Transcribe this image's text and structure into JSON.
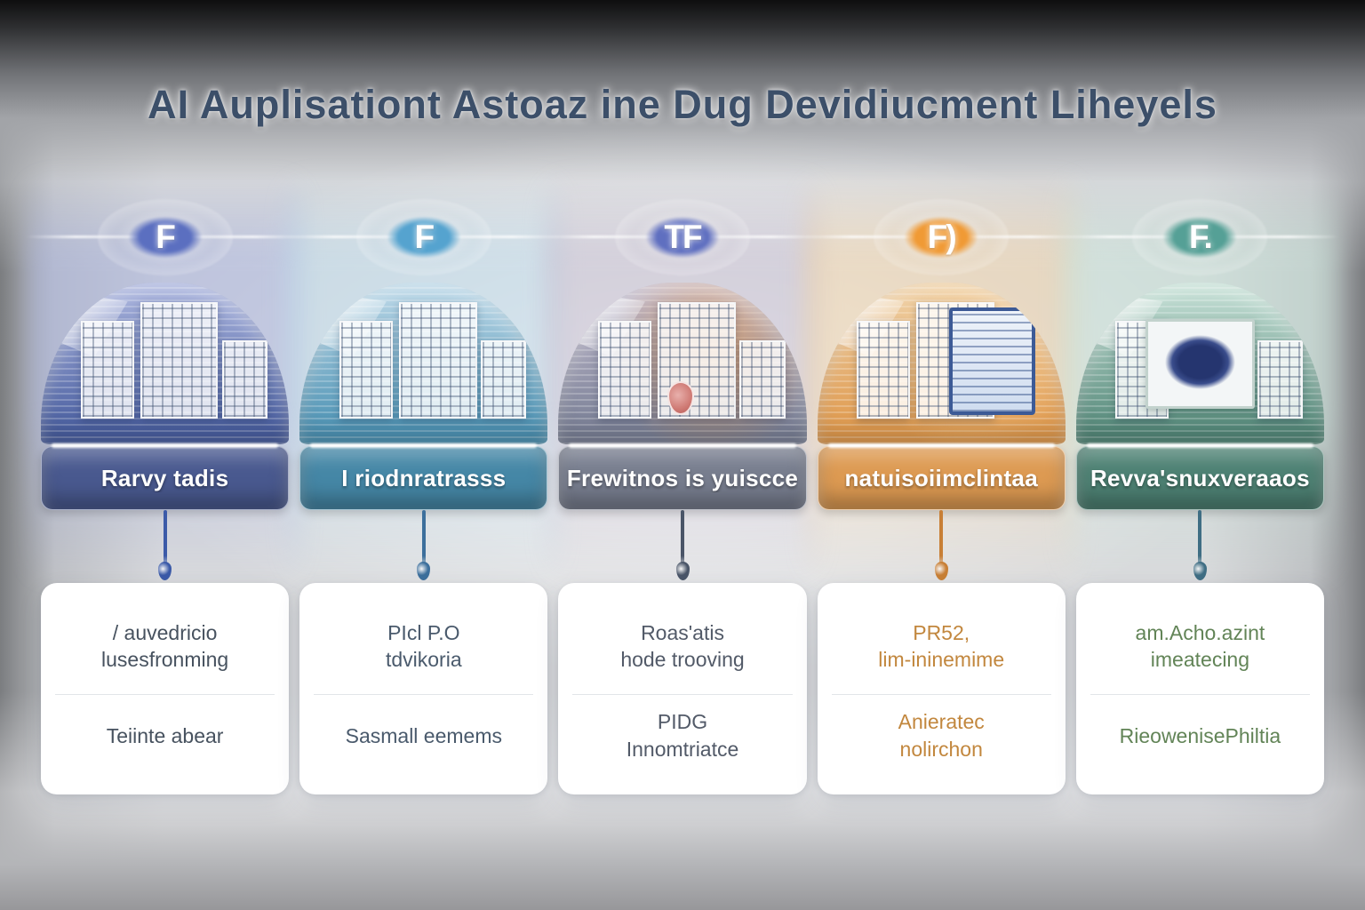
{
  "title": "AI Auplisationt Astoaz ine Dug Devidiucment Liheyels",
  "columns": [
    {
      "icon_letter": "F",
      "label": "Rarvy tadis",
      "card_primary": "/ auvedricio\nlusesfronming",
      "card_secondary": "Teiinte abear",
      "colors": {
        "accent": "#4a5fa0",
        "banner": "#49598f",
        "tint": "#aab4de",
        "text": "#47525f",
        "drip": "#3b5aa8",
        "blob": "#5b6fc0"
      }
    },
    {
      "icon_letter": "F",
      "label": "I riodnratrasss",
      "card_primary": "PIcl P.O\ntdvikoria",
      "card_secondary": "Sasmall eemems",
      "colors": {
        "accent": "#4e93b4",
        "banner": "#4587a6",
        "tint": "#bcd8e8",
        "text": "#4a5a6c",
        "drip": "#3c6f9c",
        "blob": "#55a3cf"
      }
    },
    {
      "icon_letter": "TF",
      "label": "Frewitnos is yuiscce",
      "card_primary": "Roas'atis\nhode trooving",
      "card_secondary": "PIDG\nInnomtriatce",
      "colors": {
        "accent": "#7a8096",
        "banner": "#777d8e",
        "tint": "#c3bccf",
        "text": "#525a68",
        "drip": "#4a5568",
        "blob": "#5f6fc0",
        "glow": "rgba(240,150,60,0.55)"
      }
    },
    {
      "icon_letter": "F)",
      "label": "natuisoiimclintaa",
      "card_primary": "PR52,\nlim-ininemime",
      "card_secondary": "Anieratec\nnolirchon",
      "colors": {
        "accent": "#e09a4e",
        "banner": "#dd9a52",
        "tint": "#ecd0a8",
        "text": "#c2873e",
        "drip": "#c87f35",
        "blob": "#f09a35",
        "glow": "rgba(252,208,148,0.6)"
      }
    },
    {
      "icon_letter": "F.",
      "label": "Revva'snuxveraaos",
      "card_primary": "am.Acho.azint\nimeatecing",
      "card_secondary": "RieowenisePhiltia",
      "colors": {
        "accent": "#55897a",
        "banner": "#4d8173",
        "tint": "#c8e2d8",
        "text": "#628457",
        "drip": "#3f6e84",
        "blob": "#55a096"
      }
    }
  ]
}
